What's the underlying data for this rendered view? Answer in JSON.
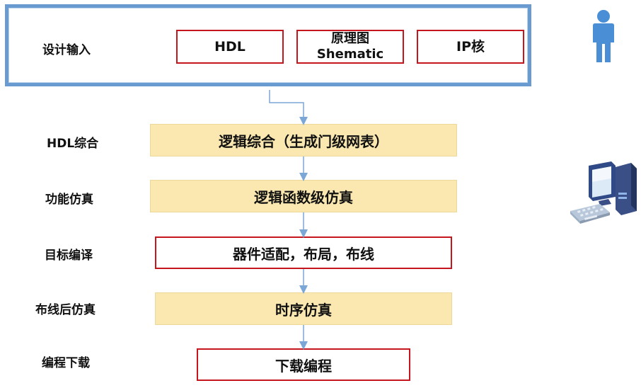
{
  "design": {
    "label": "设计输入",
    "inputs": [
      {
        "lines": [
          "HDL"
        ]
      },
      {
        "lines": [
          "原理图",
          "Shematic"
        ]
      },
      {
        "lines": [
          "IP核"
        ]
      }
    ]
  },
  "stages": [
    {
      "label": "HDL综合",
      "step": "逻辑综合（生成门级网表）",
      "style": "yellow"
    },
    {
      "label": "功能仿真",
      "step": "逻辑函数级仿真",
      "style": "yellow"
    },
    {
      "label": "目标编译",
      "step": "器件适配，布局，布线",
      "style": "red"
    },
    {
      "label": "布线后仿真",
      "step": "时序仿真",
      "style": "yellow"
    },
    {
      "label": "编程下载",
      "step": "下载编程",
      "style": "red"
    }
  ],
  "icons": {
    "person": "person-icon",
    "computer": "computer-icon"
  },
  "colors": {
    "frame": "#6a9bd0",
    "red_border": "#c4161c",
    "yellow_fill": "#fae8b0",
    "arrow": "#7ba7d6",
    "person": "#4a8fd6"
  }
}
